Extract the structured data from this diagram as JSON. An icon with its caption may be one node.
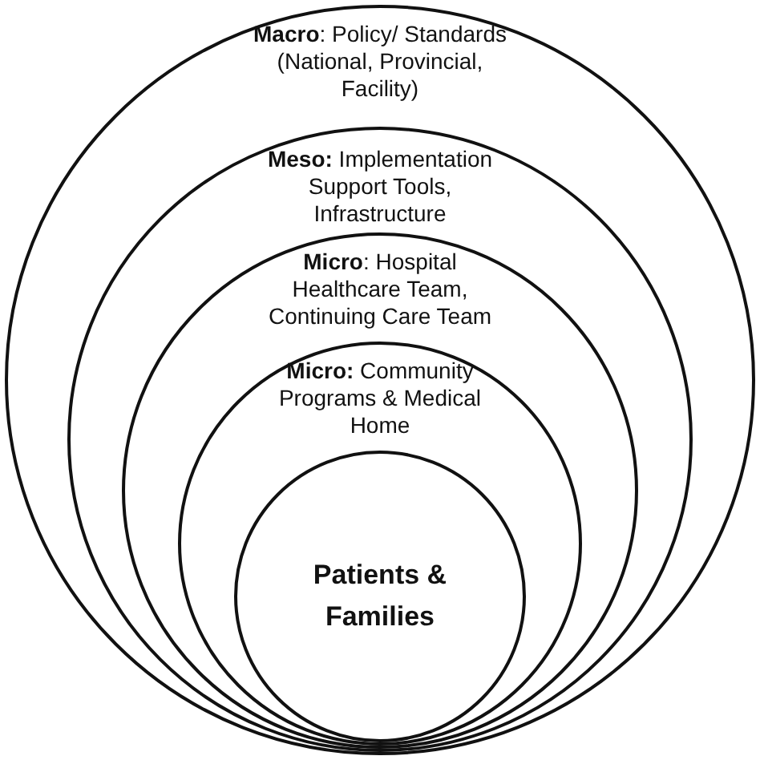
{
  "diagram": {
    "nodes": [
      {
        "text": [
          "**Macro**: Policy/ Standards (National, Provincial, Facility)"
        ]
      },
      {
        "text": [
          "**Meso:** Implementation Support Tools, Infrastructure"
        ],
        "in": 0
      },
      {
        "text": [
          "**Micro**: Hospital Healthcare Team, Continuing Care Team"
        ],
        "in": 1
      },
      {
        "text": [
          "**Micro:** Community Programs & Medical Home"
        ],
        "in": 2
      },
      {
        "text": [
          "Patients & Families"
        ],
        "in": 3
      }
    ]
  }
}
